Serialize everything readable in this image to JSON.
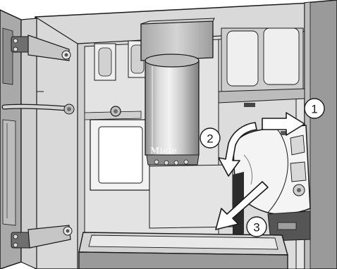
{
  "diagram": {
    "brand_label": "Miele",
    "steps": [
      {
        "number": "1",
        "action": "pull-right"
      },
      {
        "number": "2",
        "action": "swing-down"
      },
      {
        "number": "3",
        "action": "remove-down-left"
      }
    ],
    "colors": {
      "line": "#1a1a1a",
      "light_gray": "#e2e2e2",
      "mid_gray": "#b9b9b9",
      "dark_gray": "#8a8a8a",
      "cylinder_light": "#ededed",
      "cylinder_dark": "#9a9a9a",
      "arrow_fill": "#ffffff"
    }
  }
}
